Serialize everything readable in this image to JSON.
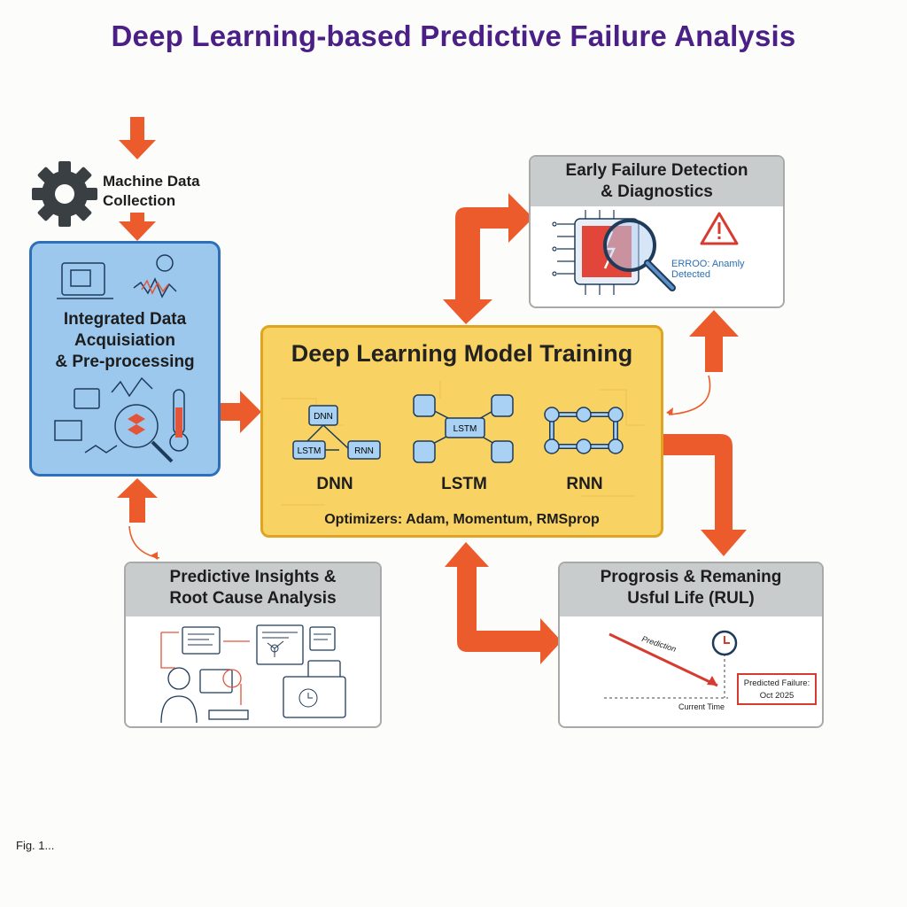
{
  "title": "Deep Learning-based Predictive Failure Analysis",
  "input": {
    "label_line1": "Machine Data",
    "label_line2": "Collection",
    "icon": "gear-icon"
  },
  "acquisition": {
    "line1": "Integrated Data",
    "line2": "Acquisiation",
    "line3": "& Pre-processing"
  },
  "training": {
    "title": "Deep Learning Model Training",
    "models": [
      {
        "label": "DNN",
        "nodes": [
          "DNN",
          "LSTM",
          "RNN"
        ]
      },
      {
        "label": "LSTM",
        "nodes": [
          "LSTM"
        ]
      },
      {
        "label": "RNN"
      }
    ],
    "optimizers": "Optimizers: Adam, Momentum, RMSprop"
  },
  "detection": {
    "line1": "Early Failure Detection",
    "line2": "& Diagnostics",
    "error_text": "ERROO: Anamly Detected"
  },
  "insights": {
    "line1": "Predictive Insights &",
    "line2": "Root Cause Analysis"
  },
  "rul": {
    "line1": "Progrosis & Remaning",
    "line2": "Usful Life (RUL)",
    "prediction_label": "Prediction",
    "predicted_failure_line1": "Predicted Failure:",
    "predicted_failure_line2": "Oct 2025",
    "current_time": "Current Time"
  },
  "caption": "Fig. 1...",
  "colors": {
    "title": "#4a1f86",
    "arrow": "#ec5b2b",
    "blue_fill": "#9cc8ee",
    "yellow_fill": "#f8d262",
    "header_gray": "#c9cccd",
    "alert_red": "#d63b2f"
  }
}
